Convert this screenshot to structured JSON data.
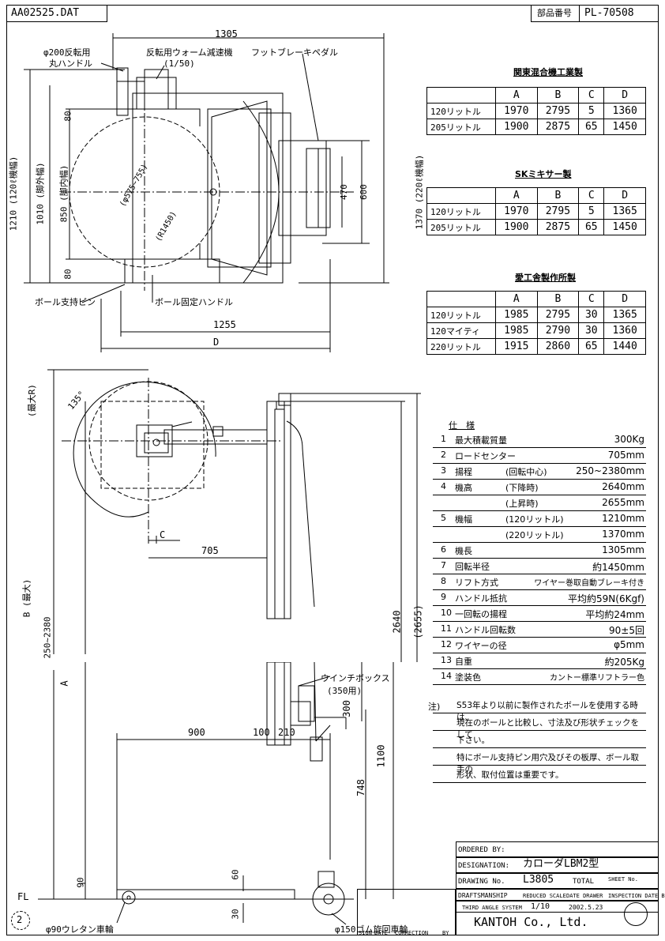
{
  "header": {
    "file": "AA02525.DAT",
    "part_label": "部品番号",
    "part_no": "PL-70508"
  },
  "top_view": {
    "width_dim": "1305",
    "depth_dim": "1255",
    "d_dim": "D",
    "handle_label_1": "φ200反転用",
    "handle_label_2": "丸ハンドル",
    "reducer_label": "反転用ウォーム減速機",
    "reducer_ratio": "(1/50)",
    "pedal_label": "フットブレーキペダル",
    "pin_label": "ボール支持ピン",
    "fix_label": "ボール固定ハンドル",
    "left_dims": [
      "1210 (120ℓ機幅)",
      "1010 (脚外幅)",
      "850 (脚内幅)"
    ],
    "right_dims": [
      "470",
      "600",
      "1370 (220ℓ機幅)"
    ],
    "small_dims": [
      "80",
      "80"
    ],
    "bowl_labels": [
      "(φ575~755)",
      "(R1450)"
    ]
  },
  "mixers": [
    {
      "title": "関東混合機工業製",
      "header": [
        "",
        "A",
        "B",
        "C",
        "D"
      ],
      "rows": [
        [
          "120リットル",
          "1970",
          "2795",
          "5",
          "1360"
        ],
        [
          "205リットル",
          "1900",
          "2875",
          "65",
          "1450"
        ]
      ]
    },
    {
      "title": "SKミキサー製",
      "header": [
        "",
        "A",
        "B",
        "C",
        "D"
      ],
      "rows": [
        [
          "120リットル",
          "1970",
          "2795",
          "5",
          "1365"
        ],
        [
          "205リットル",
          "1900",
          "2875",
          "65",
          "1450"
        ]
      ]
    },
    {
      "title": "愛工舎製作所製",
      "header": [
        "",
        "A",
        "B",
        "C",
        "D"
      ],
      "rows": [
        [
          "120リットル",
          "1985",
          "2795",
          "30",
          "1365"
        ],
        [
          "120マイティ",
          "1985",
          "2790",
          "30",
          "1360"
        ],
        [
          "220リットル",
          "1915",
          "2860",
          "65",
          "1440"
        ]
      ]
    }
  ],
  "spec": {
    "title": "仕　様",
    "rows": [
      {
        "n": "1",
        "k": "最大積載質量",
        "s": "",
        "v": "300Kg"
      },
      {
        "n": "2",
        "k": "ロードセンター",
        "s": "",
        "v": "705mm"
      },
      {
        "n": "3",
        "k": "揚程",
        "s": "(回転中心)",
        "v": "250~2380mm"
      },
      {
        "n": "4",
        "k": "機高",
        "s": "(下降時)",
        "v": "2640mm"
      },
      {
        "n": "",
        "k": "",
        "s": "(上昇時)",
        "v": "2655mm"
      },
      {
        "n": "5",
        "k": "機幅",
        "s": "(120リットル)",
        "v": "1210mm"
      },
      {
        "n": "",
        "k": "",
        "s": "(220リットル)",
        "v": "1370mm"
      },
      {
        "n": "6",
        "k": "機長",
        "s": "",
        "v": "1305mm"
      },
      {
        "n": "7",
        "k": "回転半径",
        "s": "",
        "v": "約1450mm"
      },
      {
        "n": "8",
        "k": "リフト方式",
        "s": "",
        "v": "ワイヤー巻取自動ブレーキ付き"
      },
      {
        "n": "9",
        "k": "ハンドル抵抗",
        "s": "",
        "v": "平均約59N(6Kgf)"
      },
      {
        "n": "10",
        "k": "一回転の揚程",
        "s": "",
        "v": "平均約24mm"
      },
      {
        "n": "11",
        "k": "ハンドル回転数",
        "s": "",
        "v": "90±5回"
      },
      {
        "n": "12",
        "k": "ワイヤーの径",
        "s": "",
        "v": "φ5mm"
      },
      {
        "n": "13",
        "k": "自重",
        "s": "",
        "v": "約205Kg"
      },
      {
        "n": "14",
        "k": "塗装色",
        "s": "",
        "v": "カントー標準リフトラー色"
      }
    ],
    "note_label": "注)",
    "notes": [
      "S53年より以前に製作されたボールを使用する時は、",
      "現在のボールと比較し、寸法及び形状チェックをして",
      "下さい。",
      "特にボール支持ピン用穴及びその板厚、ボール取手の",
      "形状、取付位置は重要です。"
    ]
  },
  "side_view": {
    "angle": "135°",
    "c": "C",
    "load_center": "705",
    "a": "A",
    "b_label": "B (最大)",
    "lift": "250~2380",
    "max_r": "(最大R)",
    "height_low": "2640",
    "height_high": "(2655)",
    "winch_label": "ウインチボックス",
    "winch_sub": "(350用)",
    "winch_dims": [
      "300",
      "1100",
      "748"
    ],
    "base_dims": [
      "900",
      "100",
      "210",
      "90",
      "60",
      "30"
    ],
    "fl": "FL",
    "front_wheel": "φ90ウレタン車輪",
    "rear_wheel": "φ150ゴム旋回車輪"
  },
  "title_block": {
    "ordered_by_label": "ORDERED BY:",
    "ordered_by": "",
    "designation_label": "DESIGNATION:",
    "designation": "カローダLBM2型",
    "drawing_label": "DRAWING No.",
    "drawing_no": "L3805",
    "total_label": "TOTAL",
    "sheet_label": "SHEET No.",
    "draftsman_label": "DRAFTSMANSHIP",
    "reduced_label": "REDUCED SCALE",
    "date_drawer_label": "DATE DRAWER",
    "inspection_label": "INSPECTION DATE BY",
    "angle_label": "THIRD ANGLE SYSTEM",
    "scale": "1/10",
    "date": "2002.5.23",
    "company": "KANTOH Co., Ltd.",
    "rev_headers": [
      "SIGN",
      "DATE",
      "CORRECTION",
      "BY"
    ],
    "sheet_mark": "2"
  }
}
